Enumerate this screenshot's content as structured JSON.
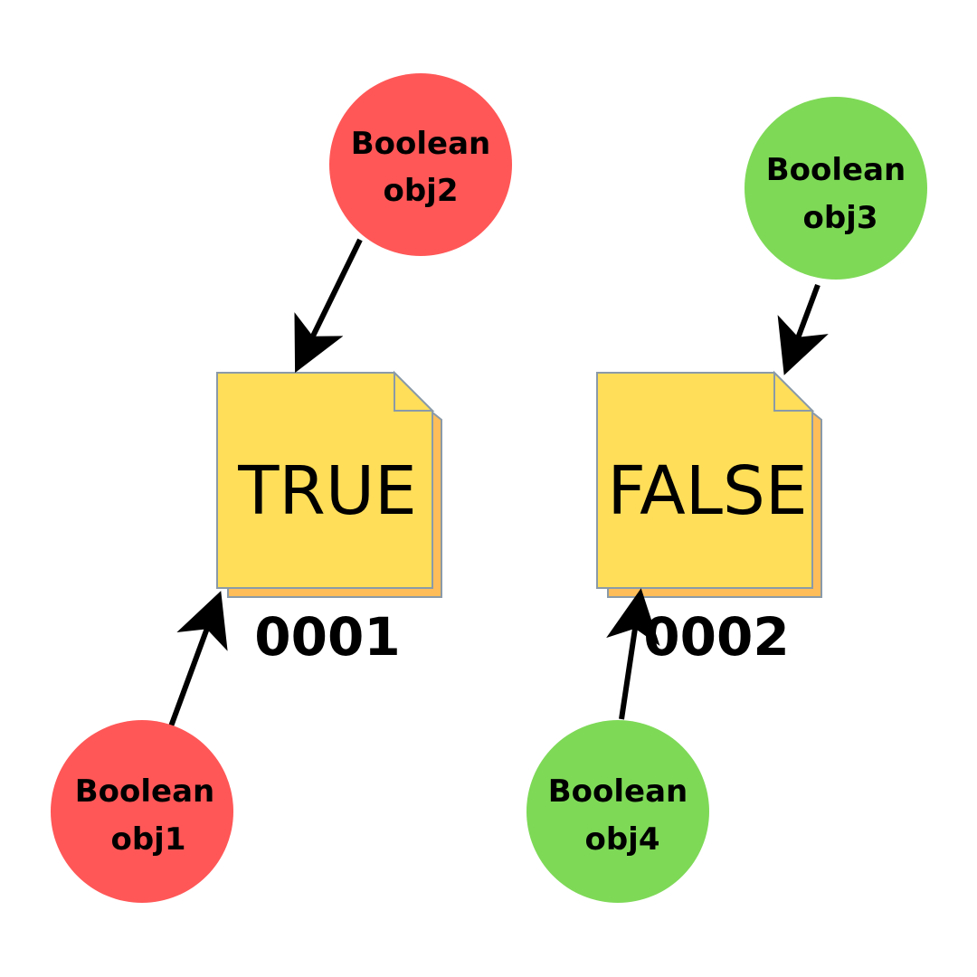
{
  "colors": {
    "red_node": "#ff5757",
    "green_node": "#7ed957",
    "note_front": "#ffde59",
    "note_back": "#ffbd59",
    "note_border": "#8a9aa8",
    "arrow": "#000000"
  },
  "objects": {
    "obj1": {
      "type_line": "Boolean",
      "name_line": "obj1"
    },
    "obj2": {
      "type_line": "Boolean",
      "name_line": "obj2"
    },
    "obj3": {
      "type_line": "Boolean",
      "name_line": "obj3"
    },
    "obj4": {
      "type_line": "Boolean",
      "name_line": "obj4"
    }
  },
  "memory": {
    "true_block": {
      "value": "TRUE",
      "address": "0001"
    },
    "false_block": {
      "value": "FALSE",
      "address": "0002"
    }
  }
}
